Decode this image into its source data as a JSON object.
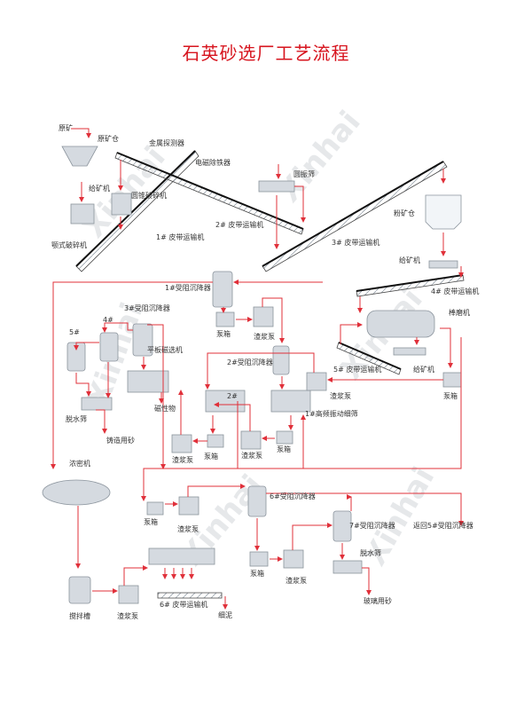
{
  "title": "石英砂选厂工艺流程",
  "watermark": "Xinhai",
  "colors": {
    "title": "#d7141e",
    "flow": "#e0303a",
    "conveyor": "#222222",
    "equipment": "#c9ced6"
  },
  "labels": {
    "raw_ore": "原矿",
    "raw_ore_bin": "原矿仓",
    "feeder1": "给矿机",
    "jaw_crusher": "颚式破碎机",
    "cone_crusher": "圆锥破碎机",
    "metal_detector": "金属探测器",
    "magnetic_separator_iron": "电磁除铁器",
    "conveyor1": "1# 皮带运输机",
    "conveyor2": "2# 皮带运输机",
    "circular_screen": "圆振筛",
    "conveyor3": "3# 皮带运输机",
    "powder_bin": "粉矿仓",
    "feeder2": "给矿机",
    "conveyor4": "4# 皮带运输机",
    "rod_mill": "棒磨机",
    "conveyor5": "5# 皮带运输机",
    "feeder3": "给矿机",
    "slurry_pump_a": "渣浆泵",
    "pump_box_a": "泵箱",
    "settler1": "1#受阻沉降器",
    "pump_box_b": "泵箱",
    "slurry_pump_b": "渣浆泵",
    "settler2": "2#受阻沉降器",
    "screen2": "2#",
    "screen1": "1#高频振动细筛",
    "pump_box_c": "泵箱",
    "slurry_pump_c": "渣浆泵",
    "pump_box_d": "泵箱",
    "slurry_pump_d": "渣浆泵",
    "settler3": "3#受阻沉降器",
    "settler4": "4#",
    "settler5": "5#",
    "plate_magnetic": "平板磁选机",
    "magnetic_product": "磁性物",
    "dewatering_screen1": "脱水筛",
    "casting_sand": "铸造用砂",
    "thickener": "浓密机",
    "pump_box_e": "泵箱",
    "slurry_pump_e": "渣浆泵",
    "settler6": "6#受阻沉降器",
    "pump_box_f": "泵箱",
    "slurry_pump_f": "渣浆泵",
    "settler7": "7#受阻沉降器",
    "return_settler5": "返回5#受阻沉降器",
    "dewatering_screen2": "脱水筛",
    "glass_sand": "玻璃用砂",
    "filter_press_conveyor6": "6# 皮带运输机",
    "fine_mud": "细泥",
    "agitation_tank": "搅拌槽",
    "slurry_pump_g": "渣浆泵"
  }
}
